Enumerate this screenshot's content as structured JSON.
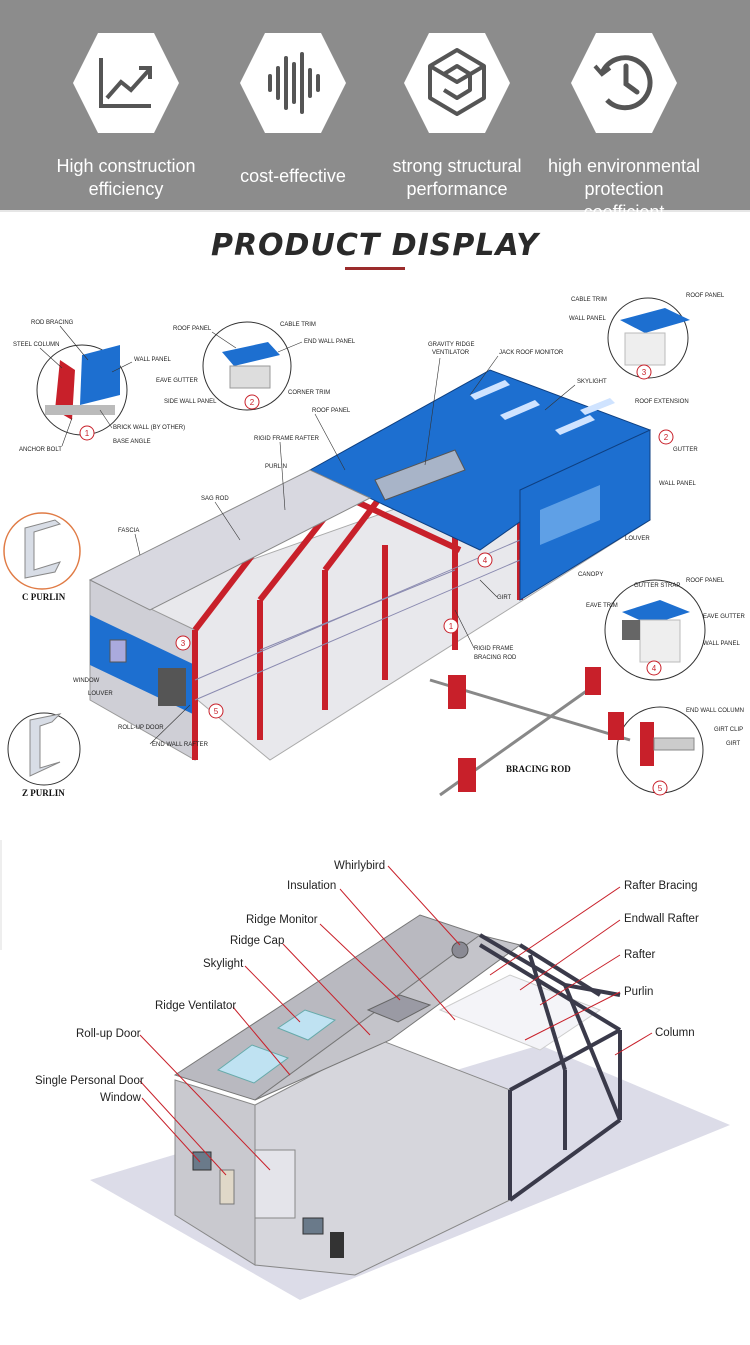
{
  "features": [
    {
      "icon": "line-chart-icon",
      "label_line1": "High construction",
      "label_line2": "efficiency"
    },
    {
      "icon": "sound-wave-icon",
      "label_line1": "cost-effective",
      "label_line2": ""
    },
    {
      "icon": "structure-cube-icon",
      "label_line1": "strong structural",
      "label_line2": "performance"
    },
    {
      "icon": "clock-icon",
      "label_line1": "high environmental",
      "label_line2": "protection coefficient"
    }
  ],
  "section_title": "PRODUCT DISPLAY",
  "diagram1": {
    "labels": {
      "rod_bracing": "ROD BRACING",
      "steel_column": "STEEL COLUMN",
      "wall_panel_a": "WALL PANEL",
      "brick_wall": "BRICK WALL (BY OTHER)",
      "base_angle": "BASE ANGLE",
      "anchor_bolt": "ANCHOR BOLT",
      "roof_panel_a": "ROOF PANEL",
      "cable_trim_a": "CABLE TRIM",
      "end_wall_panel": "END WALL PANEL",
      "eave_gutter_a": "EAVE GUTTER",
      "side_wall_panel": "SIDE WALL PANEL",
      "corner_trim": "CORNER TRIM",
      "gravity_ridge_1": "GRAVITY RIDGE",
      "gravity_ridge_2": "VENTILATOR",
      "jack_roof_monitor": "JACK ROOF MONITOR",
      "cable_trim_b": "CABLE TRIM",
      "roof_panel_b": "ROOF PANEL",
      "wall_panel_b": "WALL PANEL",
      "skylight": "SKYLIGHT",
      "roof_panel_c": "ROOF PANEL",
      "roof_extension": "ROOF EXTENSION",
      "gutter": "GUTTER",
      "rigid_frame_rafter": "RIGID FRAME RAFTER",
      "purlin": "PURLIN",
      "wall_panel_c": "WALL PANEL",
      "sag_rod": "SAG ROD",
      "fascia": "FASCIA",
      "louver_a": "LOUVER",
      "canopy": "CANOPY",
      "girt_a": "GIRT",
      "gutter_strap": "GUTTER STRAP",
      "roof_panel_d": "ROOF PANEL",
      "eave_trim": "EAVE TRIM",
      "eave_gutter_b": "EAVE GUTTER",
      "wall_panel_d": "WALL PANEL",
      "rigid_frame": "RIGID FRAME",
      "bracing_rod_a": "BRACING ROD",
      "window": "WINDOW",
      "louver_b": "LOUVER",
      "roll_up_door": "ROLL-UP DOOR",
      "end_wall_rafter": "END WALL RAFTER",
      "end_wall_column": "END WALL COLUMN",
      "girt_clip": "GIRT CLIP",
      "girt_b": "GIRT",
      "c_purlin": "C PURLIN",
      "z_purlin": "Z PURLIN",
      "bracing_rod_b": "BRACING ROD",
      "n1": "1",
      "n2": "2",
      "n3": "3",
      "n4": "4",
      "n5": "5"
    }
  },
  "diagram2": {
    "labels": {
      "whirlybird": "Whirlybird",
      "insulation": "Insulation",
      "ridge_monitor": "Ridge Monitor",
      "ridge_cap": "Ridge Cap",
      "skylight": "Skylight",
      "ridge_ventilator": "Ridge Ventilator",
      "roll_up_door": "Roll-up Door",
      "single_personal_door": "Single Personal Door",
      "window": "Window",
      "rafter_bracing": "Rafter Bracing",
      "endwall_rafter": "Endwall Rafter",
      "rafter": "Rafter",
      "purlin": "Purlin",
      "column": "Column"
    }
  },
  "colors": {
    "banner": "#8c8c8c",
    "accent_red": "#c8202a",
    "roof_blue": "#1d6fd0"
  }
}
